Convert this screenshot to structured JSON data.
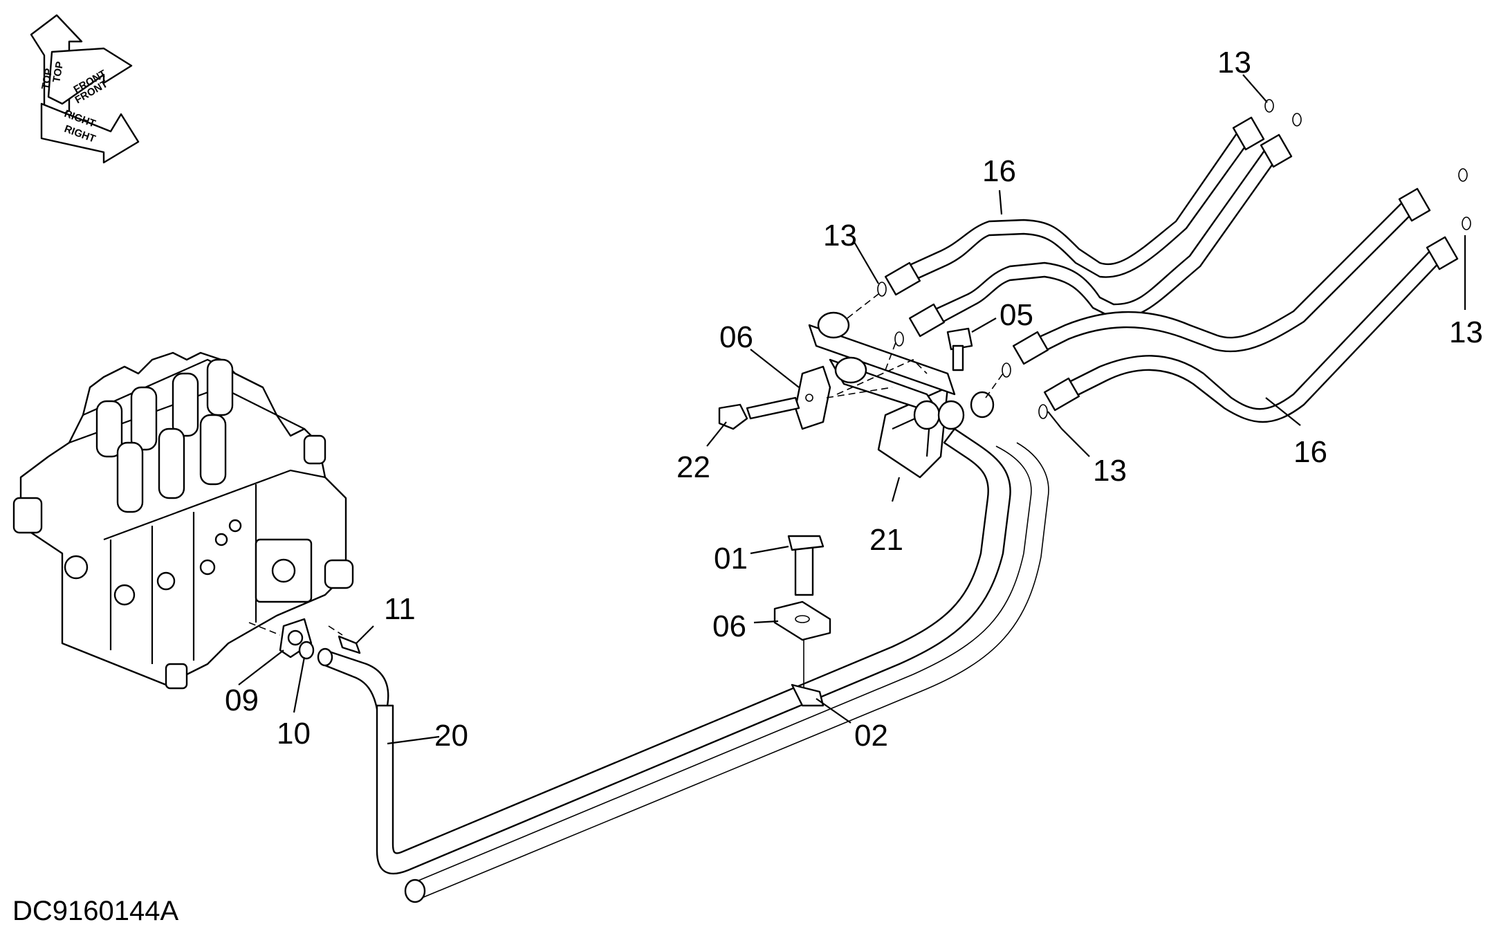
{
  "figure_id": "DC9160144A",
  "orientation_arrows": {
    "top_upper": "TOP",
    "top_lower": "TOP",
    "front_upper": "FRONT",
    "front_lower": "FRONT",
    "right_upper": "RIGHT",
    "right_lower": "RIGHT"
  },
  "callouts": {
    "c13_top": "13",
    "c16_top": "16",
    "c13_left": "13",
    "c05": "05",
    "c06_upper": "06",
    "c13_right": "13",
    "c13_mid": "13",
    "c16_right": "16",
    "c22": "22",
    "c21": "21",
    "c01": "01",
    "c06_lower": "06",
    "c11": "11",
    "c09": "09",
    "c10": "10",
    "c20": "20",
    "c02": "02"
  }
}
